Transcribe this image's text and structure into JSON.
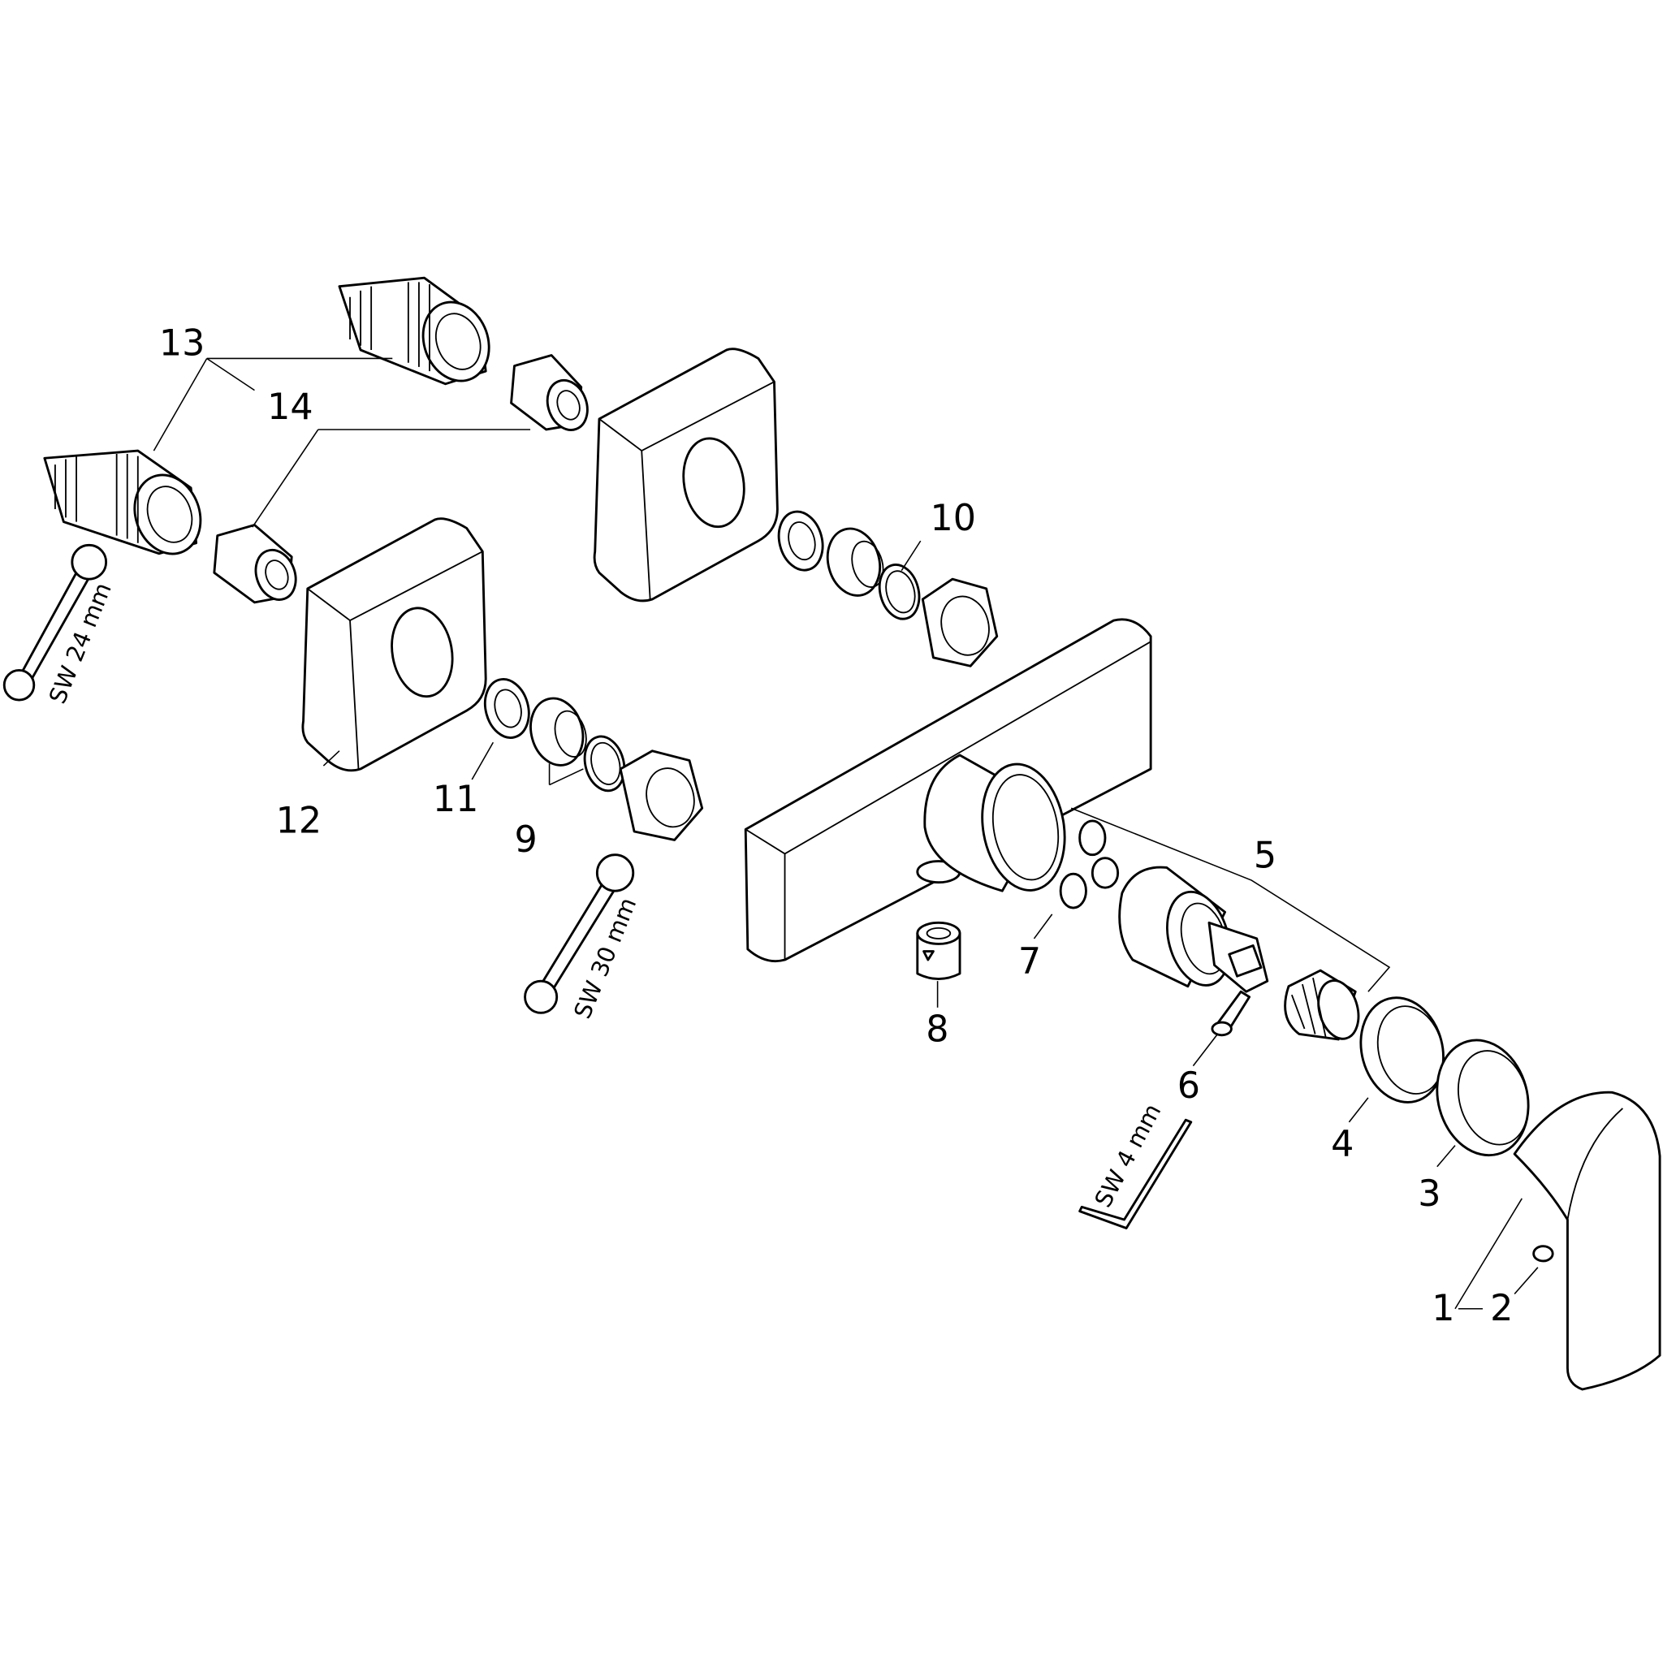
{
  "diagram": {
    "part_labels": [
      "1",
      "2",
      "3",
      "4",
      "5",
      "6",
      "7",
      "8",
      "9",
      "10",
      "11",
      "12",
      "13",
      "14"
    ],
    "tool_labels": {
      "wrench_small": "SW 24 mm",
      "wrench_large": "SW 30 mm",
      "hex_key": "SW 4 mm"
    },
    "line_color": "#000000",
    "background": "#ffffff"
  }
}
